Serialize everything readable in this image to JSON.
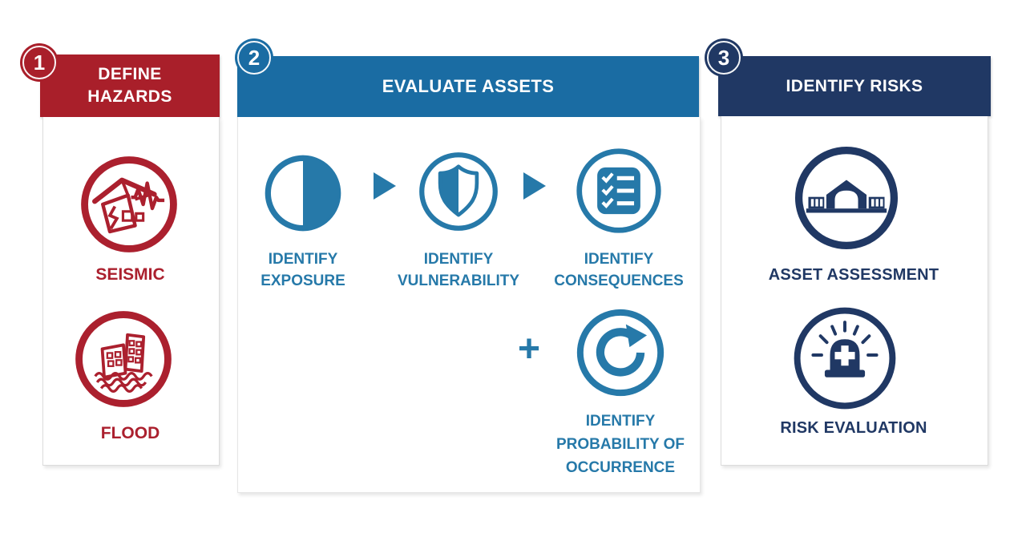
{
  "figure": {
    "type": "risk-assessment-process-diagram",
    "panel_count": 3
  },
  "colors": {
    "hazard_red": "#a91f2a",
    "asset_blue_header": "#1a6ca3",
    "asset_blue_accent": "#2679a9",
    "risk_navy": "#203864",
    "panel_background": "#ffffff"
  },
  "panels": [
    {
      "number": "1",
      "title_line1": "DEFINE",
      "title_line2": "HAZARDS",
      "items": [
        {
          "label": "SEISMIC",
          "icon": "seismic-earthquake-house-icon"
        },
        {
          "label": "FLOOD",
          "icon": "flood-buildings-icon"
        }
      ]
    },
    {
      "number": "2",
      "title": "EVALUATE ASSETS",
      "plus_label": "+",
      "steps": [
        {
          "line1": "IDENTIFY",
          "line2": "EXPOSURE",
          "icon": "half-filled-circle-icon"
        },
        {
          "line1": "IDENTIFY",
          "line2": "VULNERABILITY",
          "icon": "shield-icon"
        },
        {
          "line1": "IDENTIFY",
          "line2": "CONSEQUENCES",
          "icon": "checklist-icon"
        },
        {
          "line1": "IDENTIFY",
          "line2": "PROBABILITY OF",
          "line3": "OCCURRENCE",
          "icon": "cycle-arrow-icon"
        }
      ]
    },
    {
      "number": "3",
      "title": "IDENTIFY RISKS",
      "items": [
        {
          "label": "ASSET ASSESSMENT",
          "icon": "bridge-icon"
        },
        {
          "label": "RISK EVALUATION",
          "icon": "emergency-siren-icon"
        }
      ]
    }
  ]
}
